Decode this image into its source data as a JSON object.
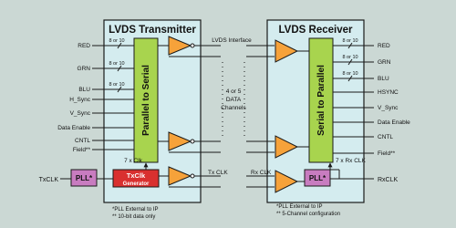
{
  "colors": {
    "background": "#cbd8d4",
    "panel": "#d4ecef",
    "converter": "#a8d44e",
    "buffer": "#f6a23a",
    "pll": "#c87cc0",
    "generator": "#d9302f",
    "line": "#1a1a1a"
  },
  "transmitter": {
    "title": "LVDS Transmitter",
    "converter_label": "Parallel to Serial",
    "inputs": [
      "RED",
      "GRN",
      "BLU",
      "H_Sync",
      "V_Sync",
      "Data Enable",
      "CNTL",
      "Field**"
    ],
    "bus_labels": [
      "8 or 10",
      "8 or 10",
      "8 or 10"
    ],
    "clock_multiplier": "7 x Clk",
    "generator_label": "TxClk",
    "generator_sublabel": "Generator",
    "pll_label": "PLL*",
    "clock_in": "TxCLK",
    "clock_out": "Tx CLK",
    "footnotes": [
      "*PLL External to IP",
      "** 10-bit data only"
    ]
  },
  "link": {
    "interface_label": "LVDS Interface",
    "channels_label": [
      "4 or 5",
      "DATA",
      "Channels"
    ]
  },
  "receiver": {
    "title": "LVDS Receiver",
    "converter_label": "Serial to Parallel",
    "outputs": [
      "RED",
      "GRN",
      "BLU",
      "HSYNC",
      "V_Sync",
      "Data Enable",
      "CNTL",
      "Field**"
    ],
    "bus_labels": [
      "8 or 10",
      "8 or 10",
      "8 or 10"
    ],
    "clock_multiplier": "7 x Rx CLK",
    "pll_label": "PLL*",
    "clock_in": "Rx CLK",
    "clock_out": "RxCLK",
    "footnotes": [
      "*PLL External to IP",
      "** 5-Channel configuration"
    ]
  }
}
